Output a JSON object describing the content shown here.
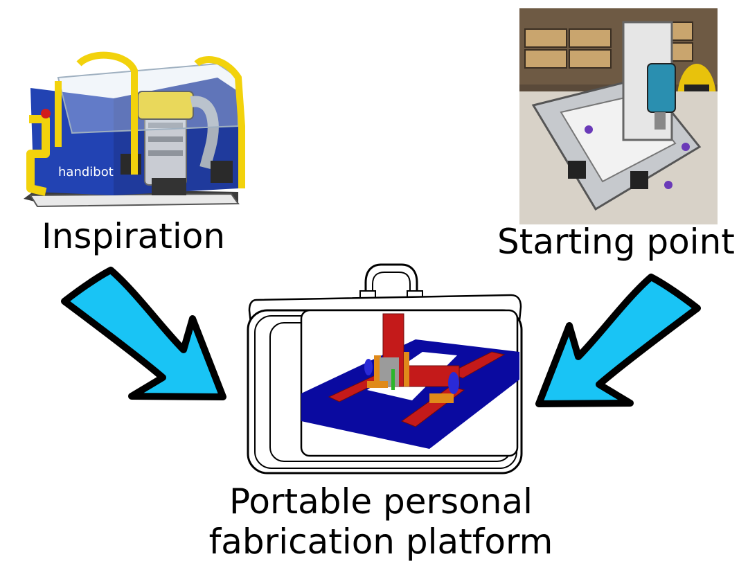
{
  "labels": {
    "inspiration": "Inspiration",
    "starting_point": "Starting point",
    "result_line1": "Portable personal",
    "result_line2": "fabrication platform"
  },
  "product_text": "handibot",
  "colors": {
    "arrow_fill": "#19c4f5",
    "arrow_stroke": "#000000",
    "platform_blue": "#0a0aa0",
    "gantry_red": "#c41a1a",
    "body_blue": "#1f3fa8",
    "frame_yellow": "#f2d20c"
  },
  "icons": [
    "handibot-machine-image",
    "cnc-router-photo",
    "suitcase-illustration",
    "curved-arrow-icon"
  ]
}
